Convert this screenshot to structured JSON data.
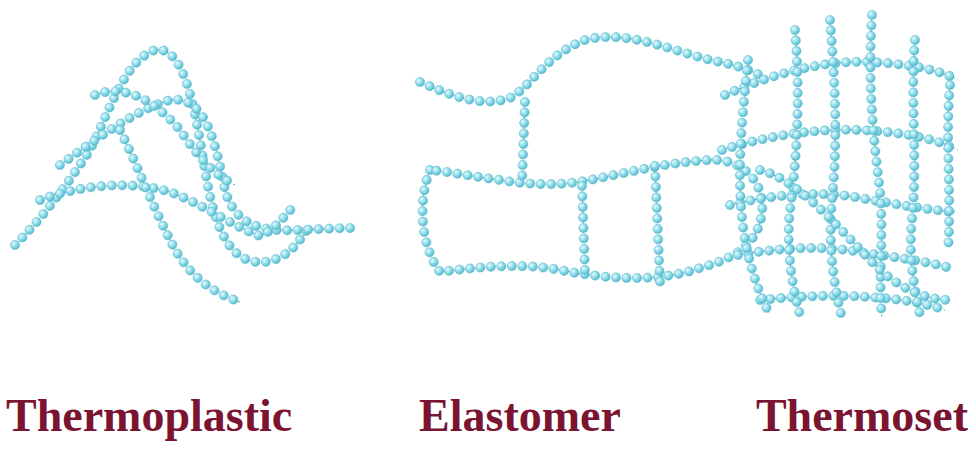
{
  "diagram": {
    "labels": [
      "Thermoplastic",
      "Elastomer",
      "Thermoset"
    ]
  }
}
